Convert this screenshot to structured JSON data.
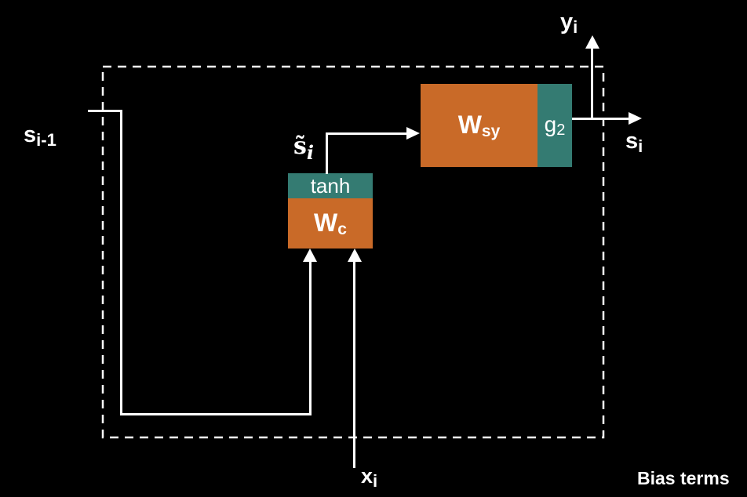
{
  "diagram": {
    "title": "rnn-cell-diagram",
    "colors": {
      "background": "#000000",
      "orange": "#C96A28",
      "teal": "#347B72",
      "line": "#FFFFFF"
    },
    "labels": {
      "s_prev": {
        "base": "s",
        "sub": "i-1"
      },
      "s_tilde": {
        "base": "s̃",
        "sub": "i"
      },
      "tanh": "tanh",
      "w_c": {
        "base": "W",
        "sub": "c"
      },
      "w_sy": {
        "base": "W",
        "sub": "sy"
      },
      "g2": {
        "base": "g",
        "sub": "2"
      },
      "y_out": {
        "base": "y",
        "sub": "i"
      },
      "s_out": {
        "base": "s",
        "sub": "i"
      },
      "x_in": {
        "base": "x",
        "sub": "i"
      },
      "bias_note": "Bias terms"
    }
  }
}
